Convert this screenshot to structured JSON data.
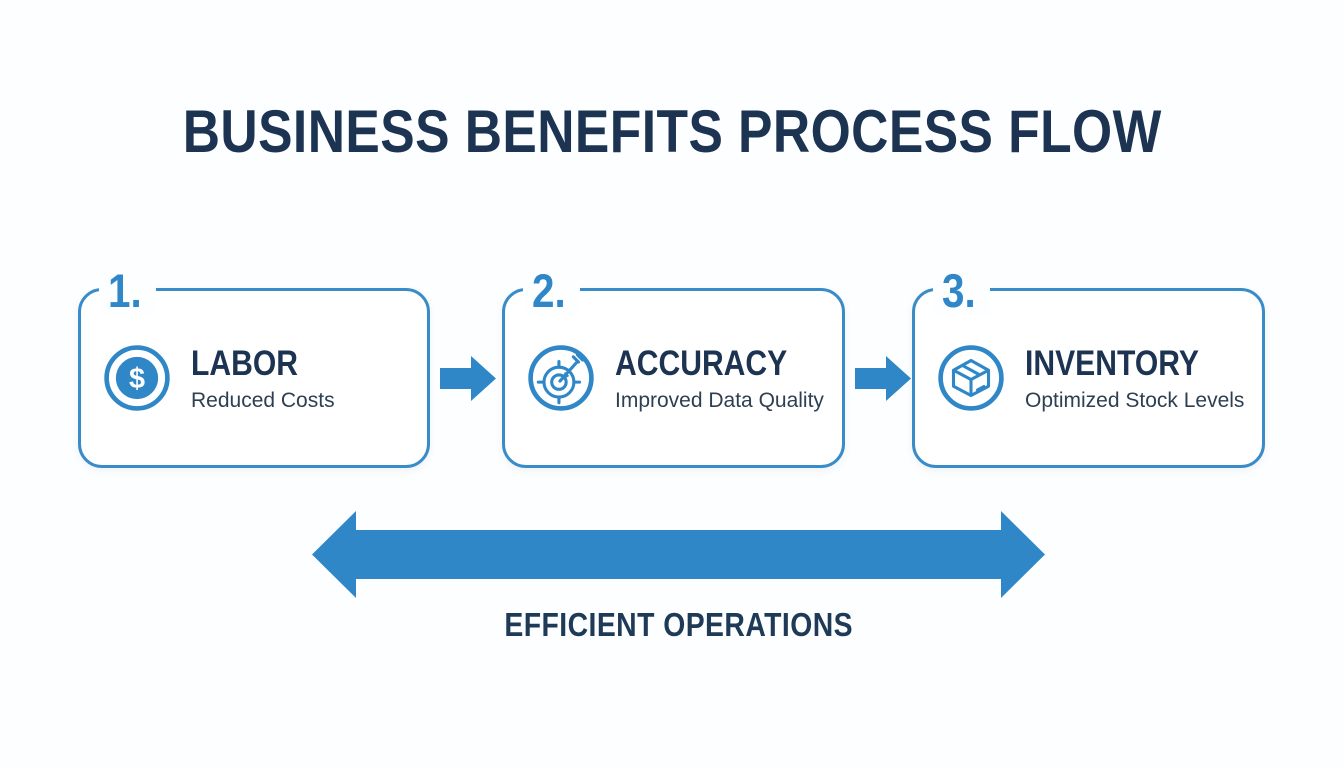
{
  "title": "BUSINESS BENEFITS PROCESS FLOW",
  "steps": [
    {
      "number": "1.",
      "icon": "dollar-coin-icon",
      "title": "LABOR",
      "subtitle": "Reduced Costs"
    },
    {
      "number": "2.",
      "icon": "target-dart-icon",
      "title": "ACCURACY",
      "subtitle": "Improved Data Quality"
    },
    {
      "number": "3.",
      "icon": "package-box-icon",
      "title": "INVENTORY",
      "subtitle": "Optimized Stock Levels"
    }
  ],
  "flow": {
    "step_connector": "right-arrow",
    "bottom_arrow": "double-headed-horizontal-arrow",
    "bottom_arrow_label": "EFFICIENT OPERATIONS"
  },
  "colors": {
    "accent_blue": "#2f87c8",
    "border_blue": "#3a8cc9",
    "title_navy": "#1d3352",
    "subtitle_dark": "#2e3f52",
    "background": "#fdfeff"
  }
}
